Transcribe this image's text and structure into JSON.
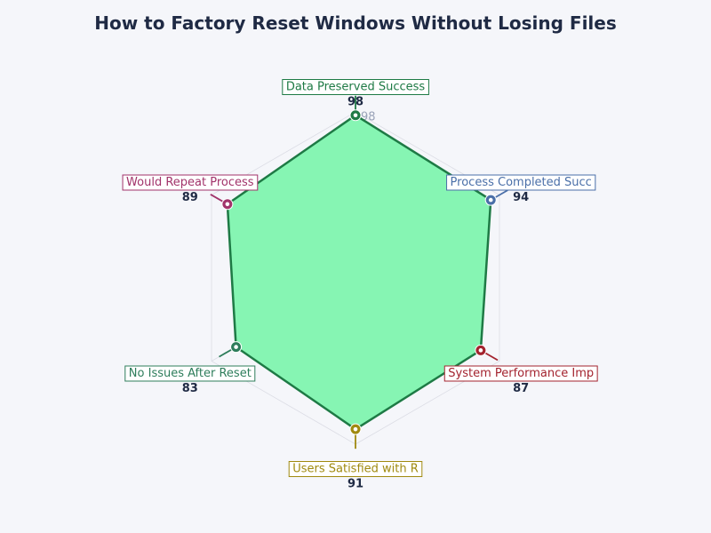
{
  "chart_data": {
    "type": "radar",
    "title": "How to Factory Reset Windows Without Losing Files",
    "rlim": [
      0,
      100
    ],
    "grid": true,
    "categories": [
      "Data Preserved Success",
      "Process Completed Succ",
      "System Performance Imp",
      "Users Satisfied with R",
      "No Issues After Reset",
      "Would Repeat Process"
    ],
    "values": [
      98,
      94,
      87,
      91,
      83,
      89
    ],
    "tick_label": "98",
    "colors": {
      "fill": "#86f5b3",
      "line": "#1e7a45",
      "grid": "#dcdde5",
      "value_text": "#1f2a44",
      "tick_text": "#9aa3b8",
      "categories": [
        "#1e7a45",
        "#4a6fa8",
        "#a3232e",
        "#a08a10",
        "#2e7d5b",
        "#a1336a"
      ]
    }
  }
}
